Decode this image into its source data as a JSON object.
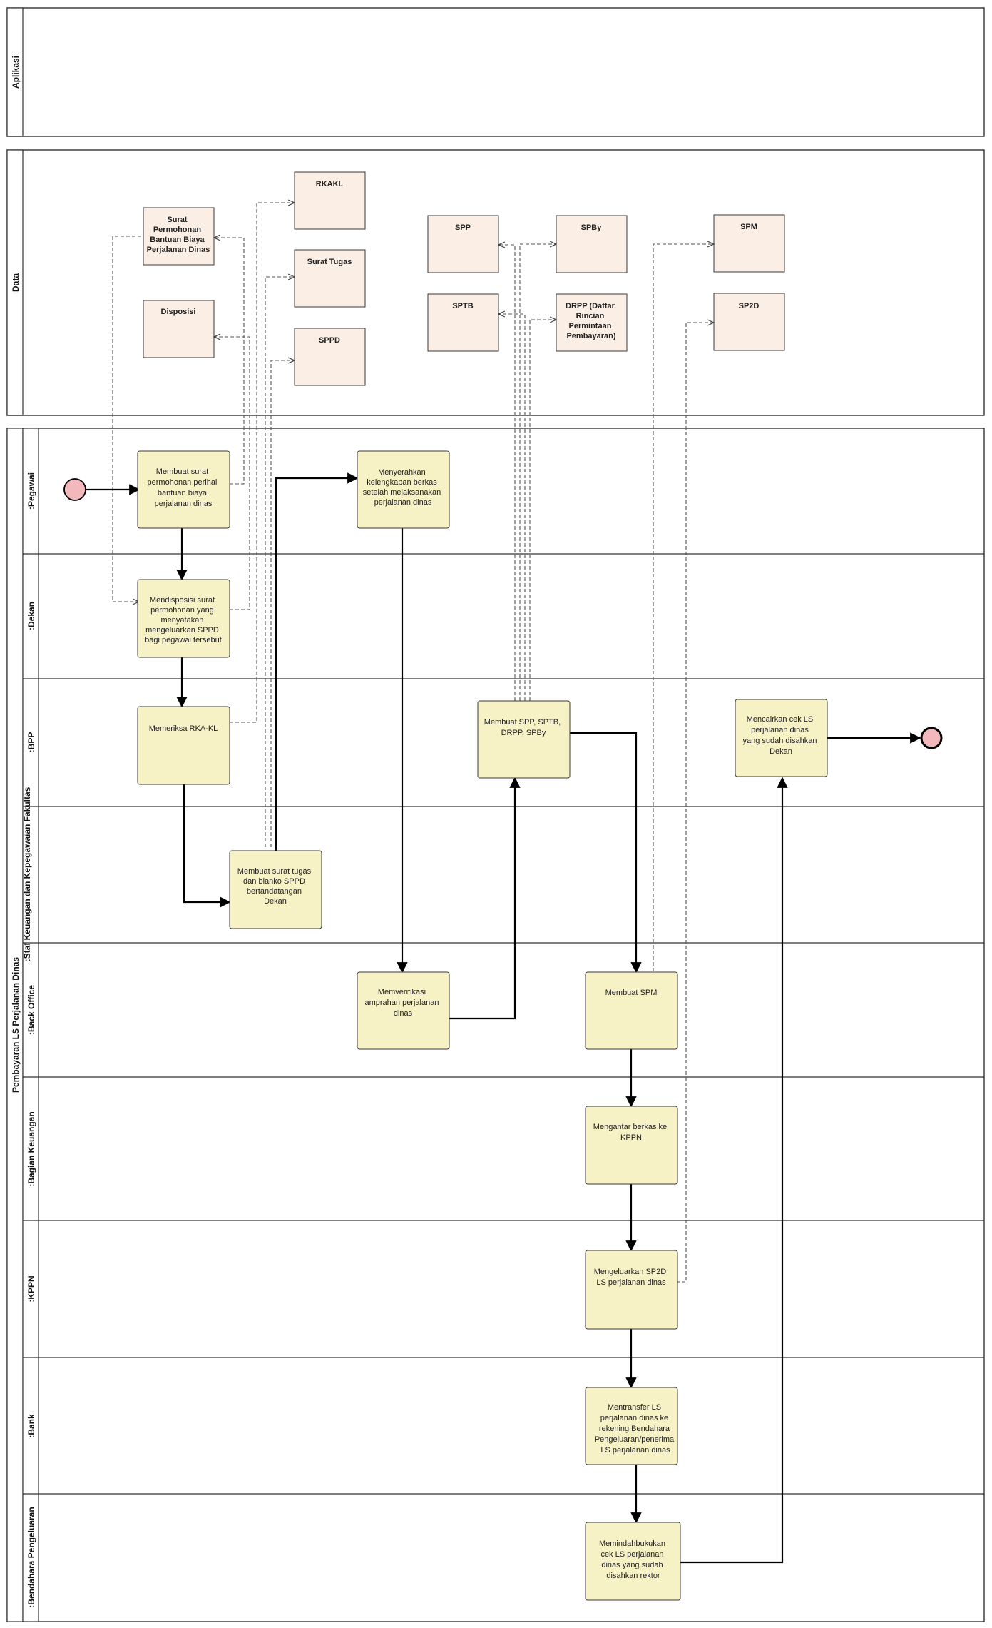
{
  "pools": {
    "aplikasi": "Aplikasi",
    "data": "Data",
    "process": "Pembayaran LS Perjalanan Dinas"
  },
  "lanes": [
    ":Pegawai",
    ":Dekan",
    ":BPP",
    ":Staf Keuangan dan Kepegawaian Fakultas",
    ":Back Office",
    ":Bagian Keuangan",
    ":KPPN",
    ":Bank",
    ":Bendahara Pengeluaran"
  ],
  "data_objects": {
    "surat_permohonan": [
      "Surat",
      "Permohonan",
      "Bantuan Biaya",
      "Perjalanan Dinas"
    ],
    "disposisi": [
      "Disposisi"
    ],
    "rkakl": [
      "RKAKL"
    ],
    "surat_tugas": [
      "Surat Tugas"
    ],
    "sppd": [
      "SPPD"
    ],
    "spp": [
      "SPP"
    ],
    "sptb": [
      "SPTB"
    ],
    "spby": [
      "SPBy"
    ],
    "drpp": [
      "DRPP (Daftar",
      "Rincian",
      "Permintaan",
      "Pembayaran)"
    ],
    "spm": [
      "SPM"
    ],
    "sp2d": [
      "SP2D"
    ]
  },
  "activities": {
    "a1": [
      "Membuat surat",
      "permohonan perihal",
      "bantuan biaya",
      "perjalanan dinas"
    ],
    "a2": [
      "Mendisposisi surat",
      "permohonan yang",
      "menyatakan",
      "mengeluarkan SPPD",
      "bagi pegawai tersebut"
    ],
    "a3": [
      "Memeriksa RKA-KL"
    ],
    "a4": [
      "Membuat surat tugas",
      "dan blanko SPPD",
      "bertandatangan",
      "Dekan"
    ],
    "a5": [
      "Menyerahkan",
      "kelengkapan berkas",
      "setelah melaksanakan",
      "perjalanan dinas"
    ],
    "a6": [
      "Memverifikasi",
      "amprahan perjalanan",
      "dinas"
    ],
    "a7": [
      "Membuat SPP, SPTB,",
      "DRPP, SPBy"
    ],
    "a8": [
      "Membuat SPM"
    ],
    "a9": [
      "Mengantar berkas ke",
      "KPPN"
    ],
    "a10": [
      "Mengeluarkan SP2D",
      "LS perjalanan dinas"
    ],
    "a11": [
      "Mentransfer LS",
      "perjalanan dinas ke",
      "rekening Bendahara",
      "Pengeluaran/penerima",
      "LS perjalanan dinas"
    ],
    "a12": [
      "Memindahbukukan",
      "cek LS perjalanan",
      "dinas yang sudah",
      "disahkan rektor"
    ],
    "a13": [
      "Mencairkan cek LS",
      "perjalanan dinas",
      "yang sudah disahkan",
      "Dekan"
    ]
  },
  "colors": {
    "activity_fill": "#f7f1c6",
    "data_fill": "#fbefe5",
    "event_fill": "#f2b8bb"
  }
}
